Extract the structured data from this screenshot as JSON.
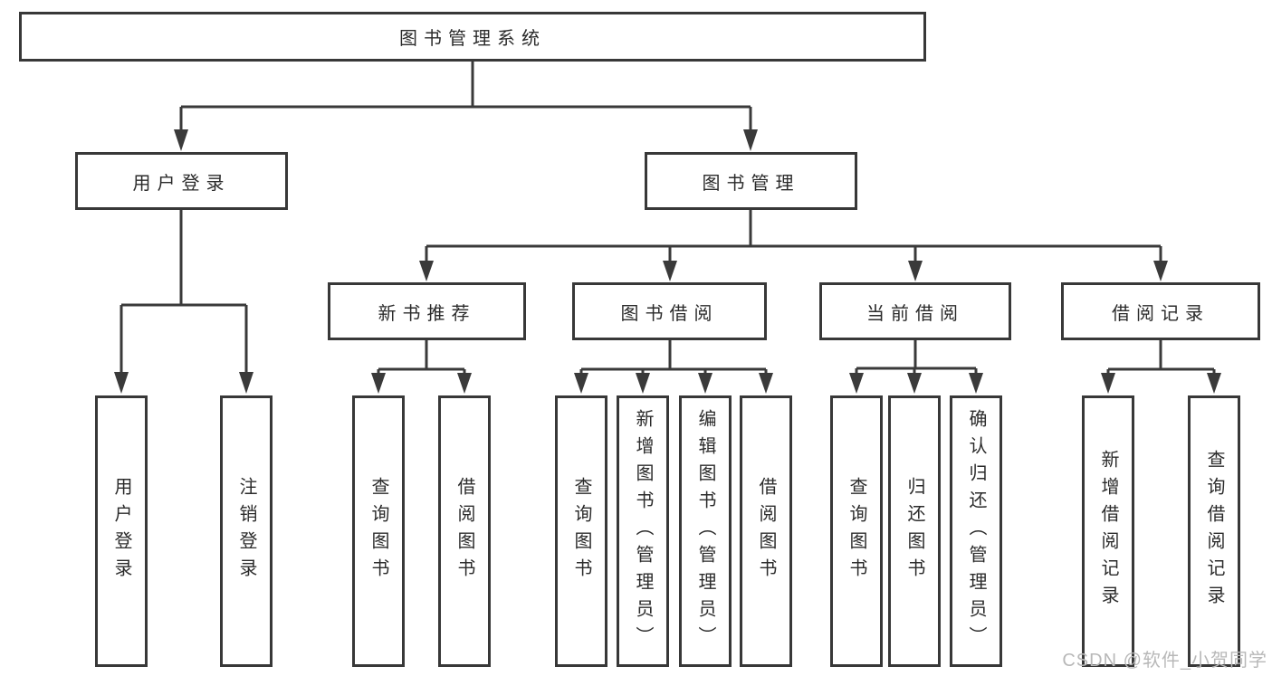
{
  "diagram": {
    "root": "图书管理系统",
    "level2": {
      "user_login": "用户登录",
      "book_management": "图书管理"
    },
    "level3": [
      "新书推荐",
      "图书借阅",
      "当前借阅",
      "借阅记录"
    ],
    "leaves": {
      "user_login": [
        "用户登录",
        "注销登录"
      ],
      "new_book": [
        "查询图书",
        "借阅图书"
      ],
      "book_borrow": [
        "查询图书",
        "新增图书（管理员）",
        "编辑图书（管理员）",
        "借阅图书"
      ],
      "current_borrow": [
        "查询图书",
        "归还图书",
        "确认归还（管理员）"
      ],
      "borrow_records": [
        "新增借阅记录",
        "查询借阅记录"
      ]
    }
  },
  "watermark": "CSDN @软件_小贺同学",
  "colors": {
    "line": "#3a3a3a",
    "text": "#2b2b2b",
    "watermark": "#b8b8b8",
    "background": "#ffffff"
  }
}
